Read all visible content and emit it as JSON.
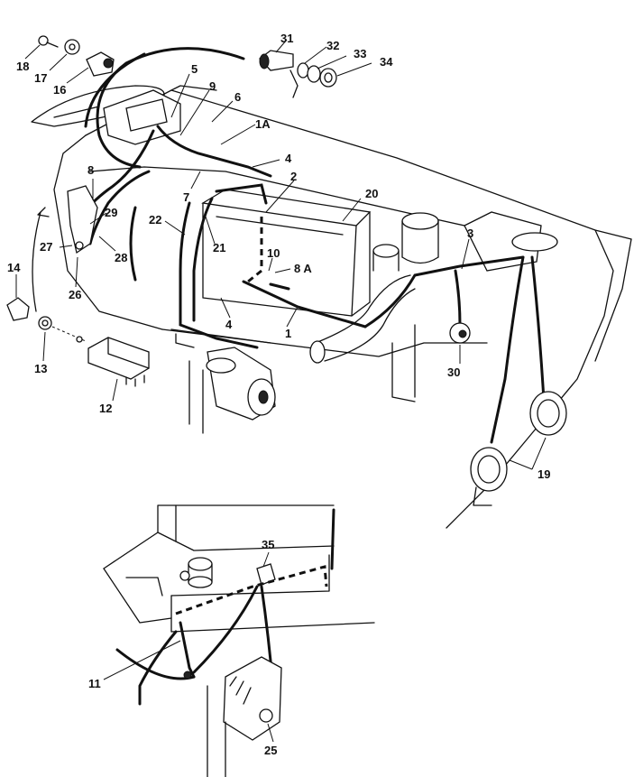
{
  "callouts": {
    "c1": "1",
    "c1a": "1A",
    "c2": "2",
    "c3": "3",
    "c4a": "4",
    "c4b": "4",
    "c5": "5",
    "c6": "6",
    "c7": "7",
    "c8": "8",
    "c8a": "8 A",
    "c9": "9",
    "c10": "10",
    "c11": "11",
    "c12": "12",
    "c13": "13",
    "c14": "14",
    "c16": "16",
    "c17": "17",
    "c18": "18",
    "c19": "19",
    "c20": "20",
    "c21": "21",
    "c22": "22",
    "c25": "25",
    "c26": "26",
    "c27": "27",
    "c28": "28",
    "c29": "29",
    "c30": "30",
    "c31": "31",
    "c32": "32",
    "c33": "33",
    "c34": "34",
    "c35": "35"
  }
}
